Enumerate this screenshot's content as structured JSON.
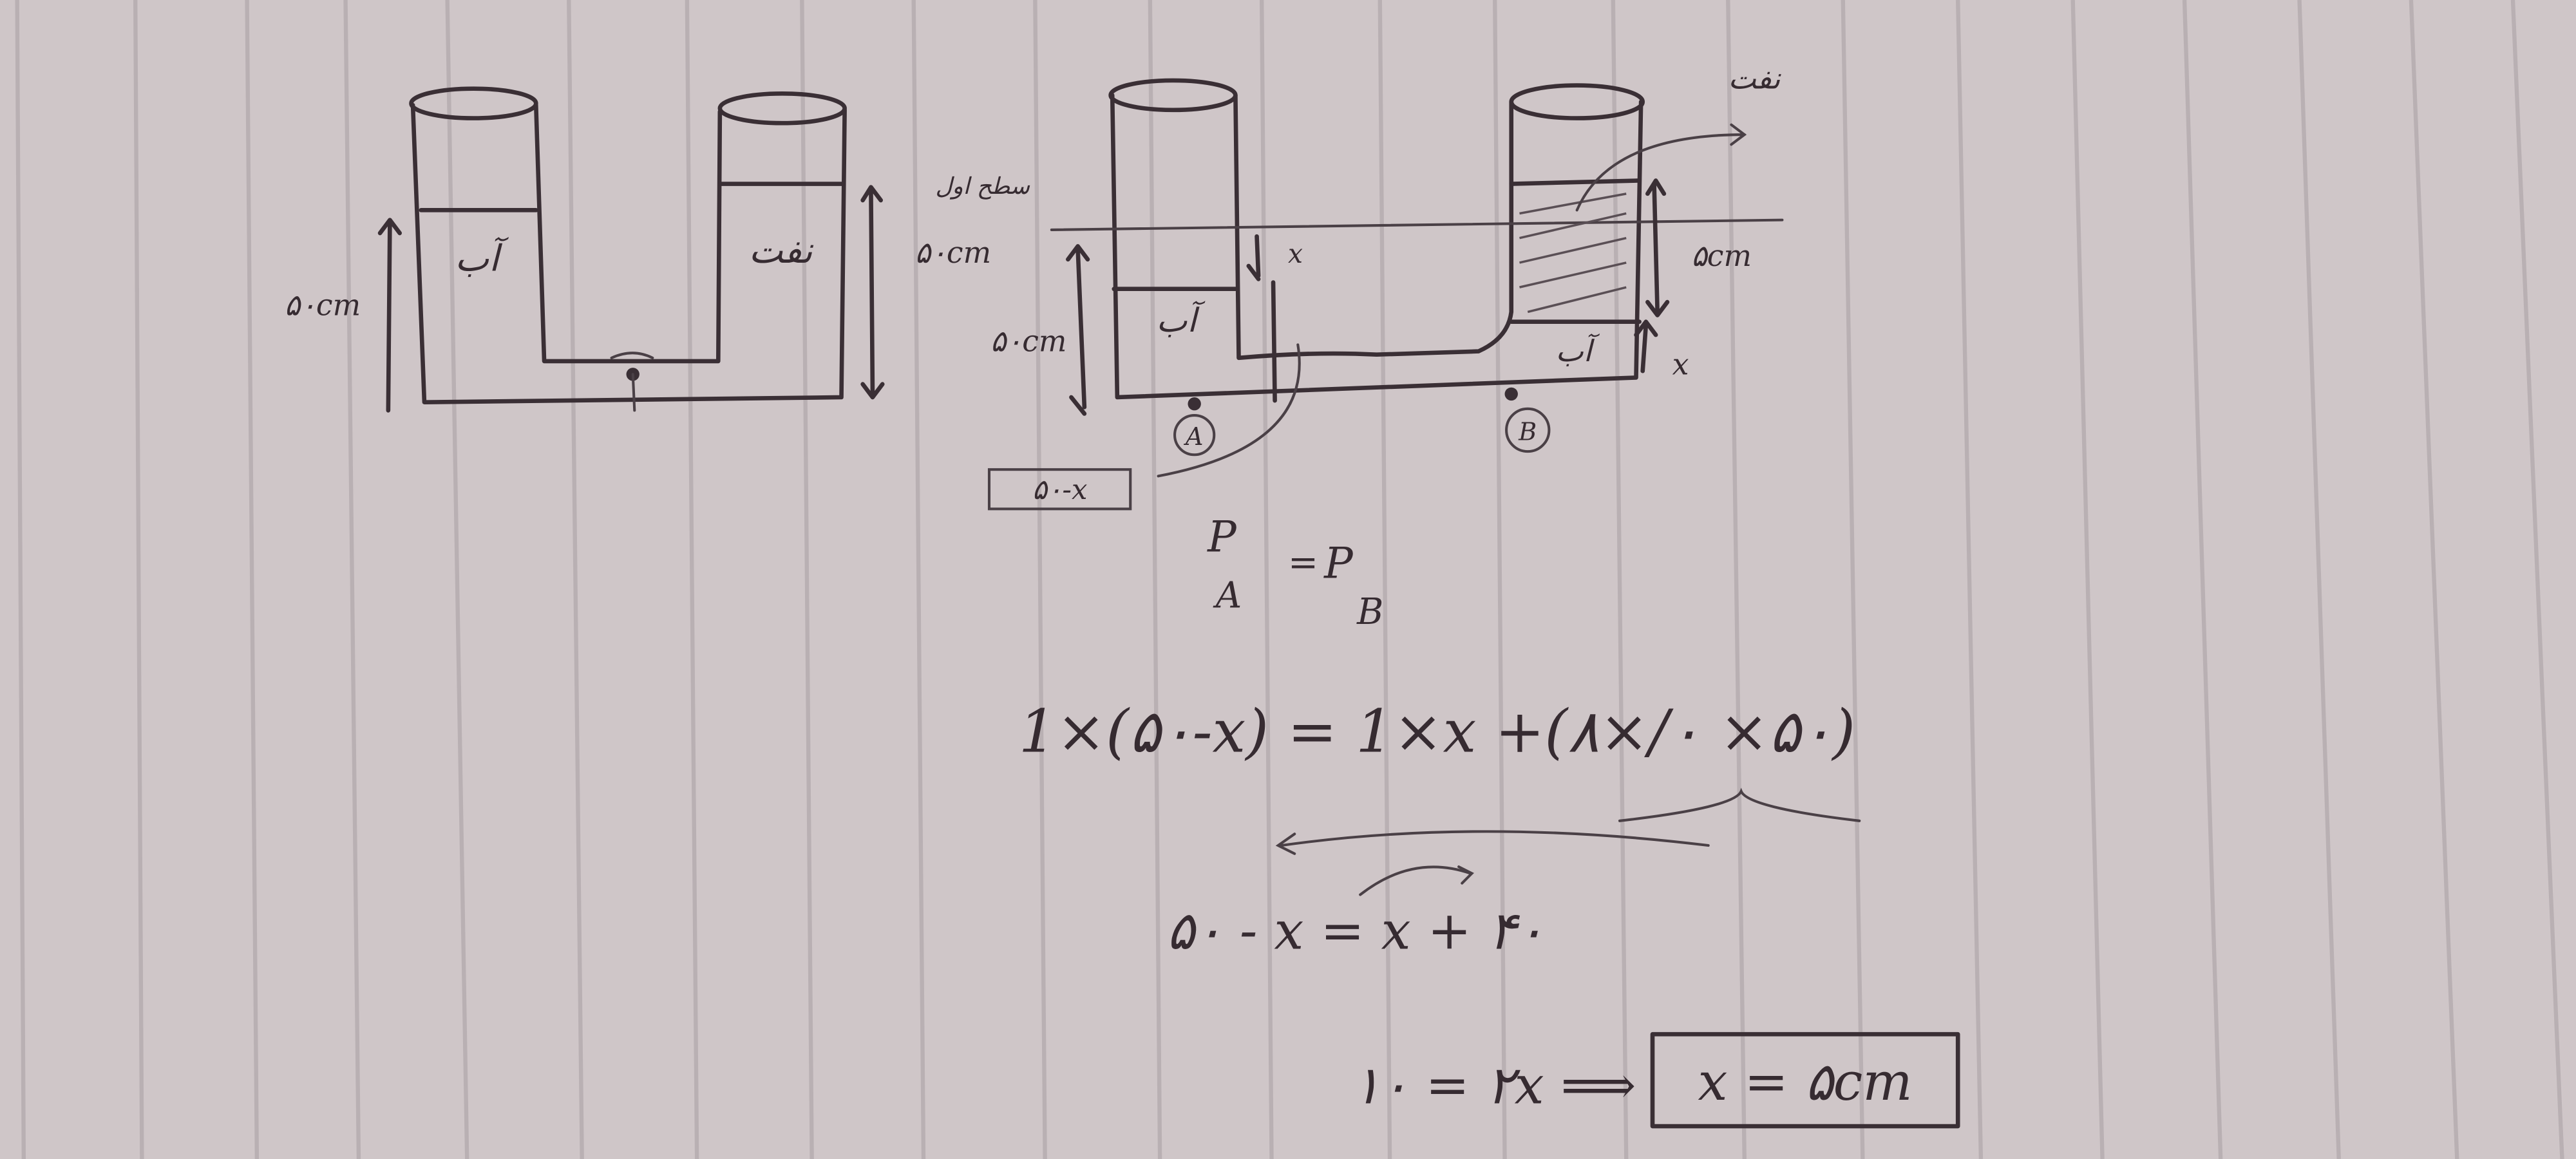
{
  "colors": {
    "paper": "#cfc6c8",
    "ink": "#3a2f35",
    "rule": "#b9b0b3"
  },
  "left_diagram": {
    "left_tube_label": "آب",
    "right_tube_label": "نفت",
    "left_height": "۵۰cm",
    "right_height": "۵۰cm"
  },
  "right_diagram": {
    "initial_level_label": "سطح اول",
    "left_height": "۵۰cm",
    "displacement_top": "x",
    "left_water_label": "آب",
    "right_water_label": "آب",
    "displacement_bottom": "x",
    "oil_height": "۵cm",
    "oil_label": "نفت",
    "point_a": "A",
    "point_b": "B",
    "boxed_height": "۵۰-x"
  },
  "solution": {
    "pressure_eq_left": "P",
    "pressure_eq_left_sub": "A",
    "pressure_eq_equals": "=",
    "pressure_eq_right": "P",
    "pressure_eq_right_sub": "B",
    "equation_1": "1×(۵۰-x) = 1×x +(۸×/۰ ×۵۰)",
    "equation_2": "۵۰ - x = x + ۴۰",
    "equation_3": "۱۰ = ۲x ⟹",
    "answer": "x = ۵cm"
  }
}
